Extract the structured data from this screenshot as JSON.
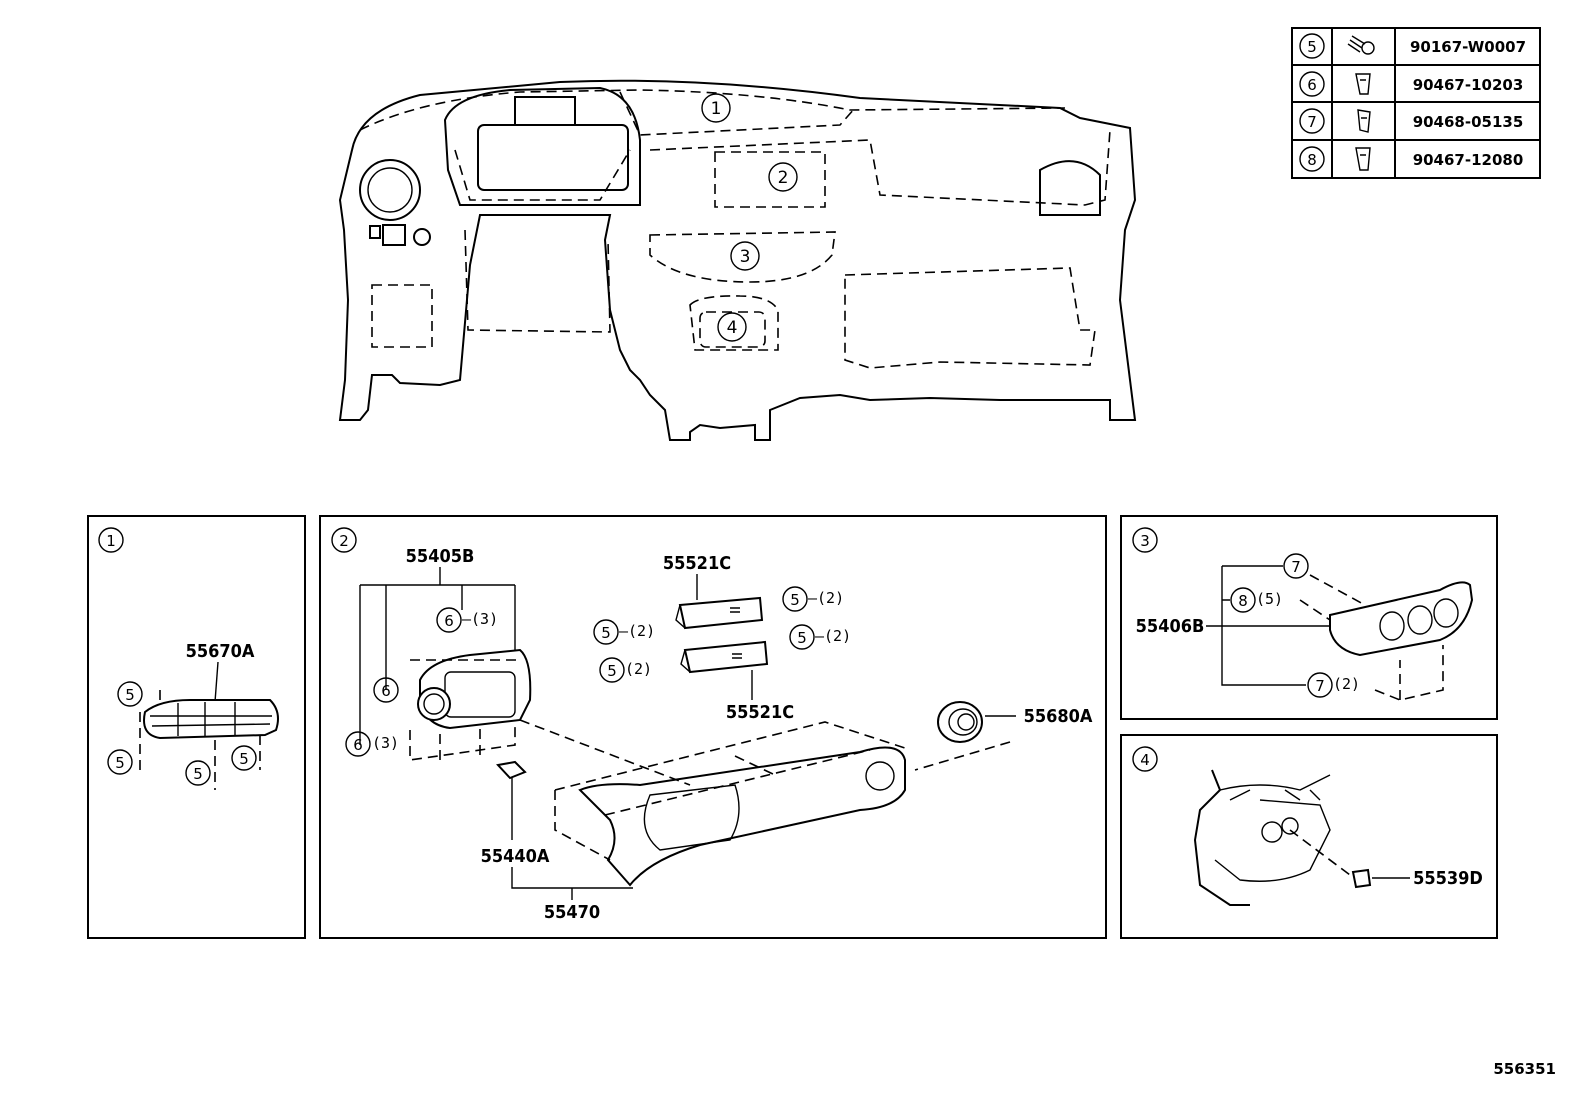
{
  "table": {
    "rows": [
      {
        "ref": "5",
        "part": "90167-W0007"
      },
      {
        "ref": "6",
        "part": "90467-10203"
      },
      {
        "ref": "7",
        "part": "90468-05135"
      },
      {
        "ref": "8",
        "part": "90467-12080"
      }
    ]
  },
  "overview": {
    "callouts": [
      "1",
      "2",
      "3",
      "4"
    ]
  },
  "panel1": {
    "id": "1",
    "part": "55670A",
    "refs": [
      "5",
      "5",
      "5",
      "5"
    ]
  },
  "panel2": {
    "id": "2",
    "parts": {
      "p55405B": "55405B",
      "p55521C_top": "55521C",
      "p55521C_bot": "55521C",
      "p55680A": "55680A",
      "p55440A": "55440A",
      "p55470": "55470"
    },
    "refs": {
      "r6a": "6",
      "r6b": "6",
      "r6c": "6",
      "r5": "5"
    },
    "qty": {
      "q3": "(3)",
      "q2": "(2)"
    }
  },
  "panel3": {
    "id": "3",
    "part": "55406B",
    "refs": {
      "r7": "7",
      "r8": "8"
    },
    "qty": {
      "q5": "(5)",
      "q2": "(2)"
    }
  },
  "panel4": {
    "id": "4",
    "part": "55539D"
  },
  "footer": {
    "code": "556351"
  }
}
